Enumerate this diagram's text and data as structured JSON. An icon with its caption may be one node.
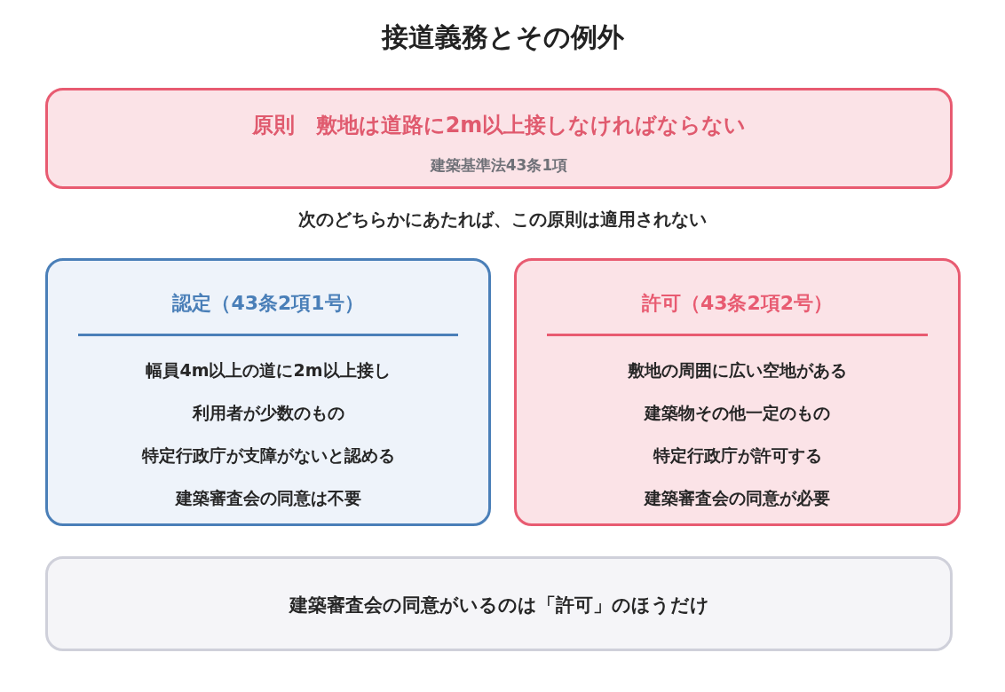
{
  "diagram": {
    "title": "接道義務とその例外",
    "nodes": [
      {
        "text": [
          "原則　敷地は道路に2m以上接しなければならない",
          "建築基準法43条1項"
        ]
      },
      {
        "text": [
          "認定（43条2項1号）",
          "幅員4m以上の道に2m以上接し",
          "利用者が少数のもの",
          "特定行政庁が支障がないと認める",
          "建築審査会の同意は不要"
        ]
      },
      {
        "text": [
          "許可（43条2項2号）",
          "敷地の周囲に広い空地がある",
          "建築物その他一定のもの",
          "特定行政庁が許可する",
          "建築審査会の同意が必要"
        ]
      },
      {
        "text": [
          "建築審査会の同意がいるのは「許可」のほうだけ"
        ]
      }
    ],
    "labels": [
      "次のどちらかにあたれば、この原則は適用されない"
    ]
  }
}
